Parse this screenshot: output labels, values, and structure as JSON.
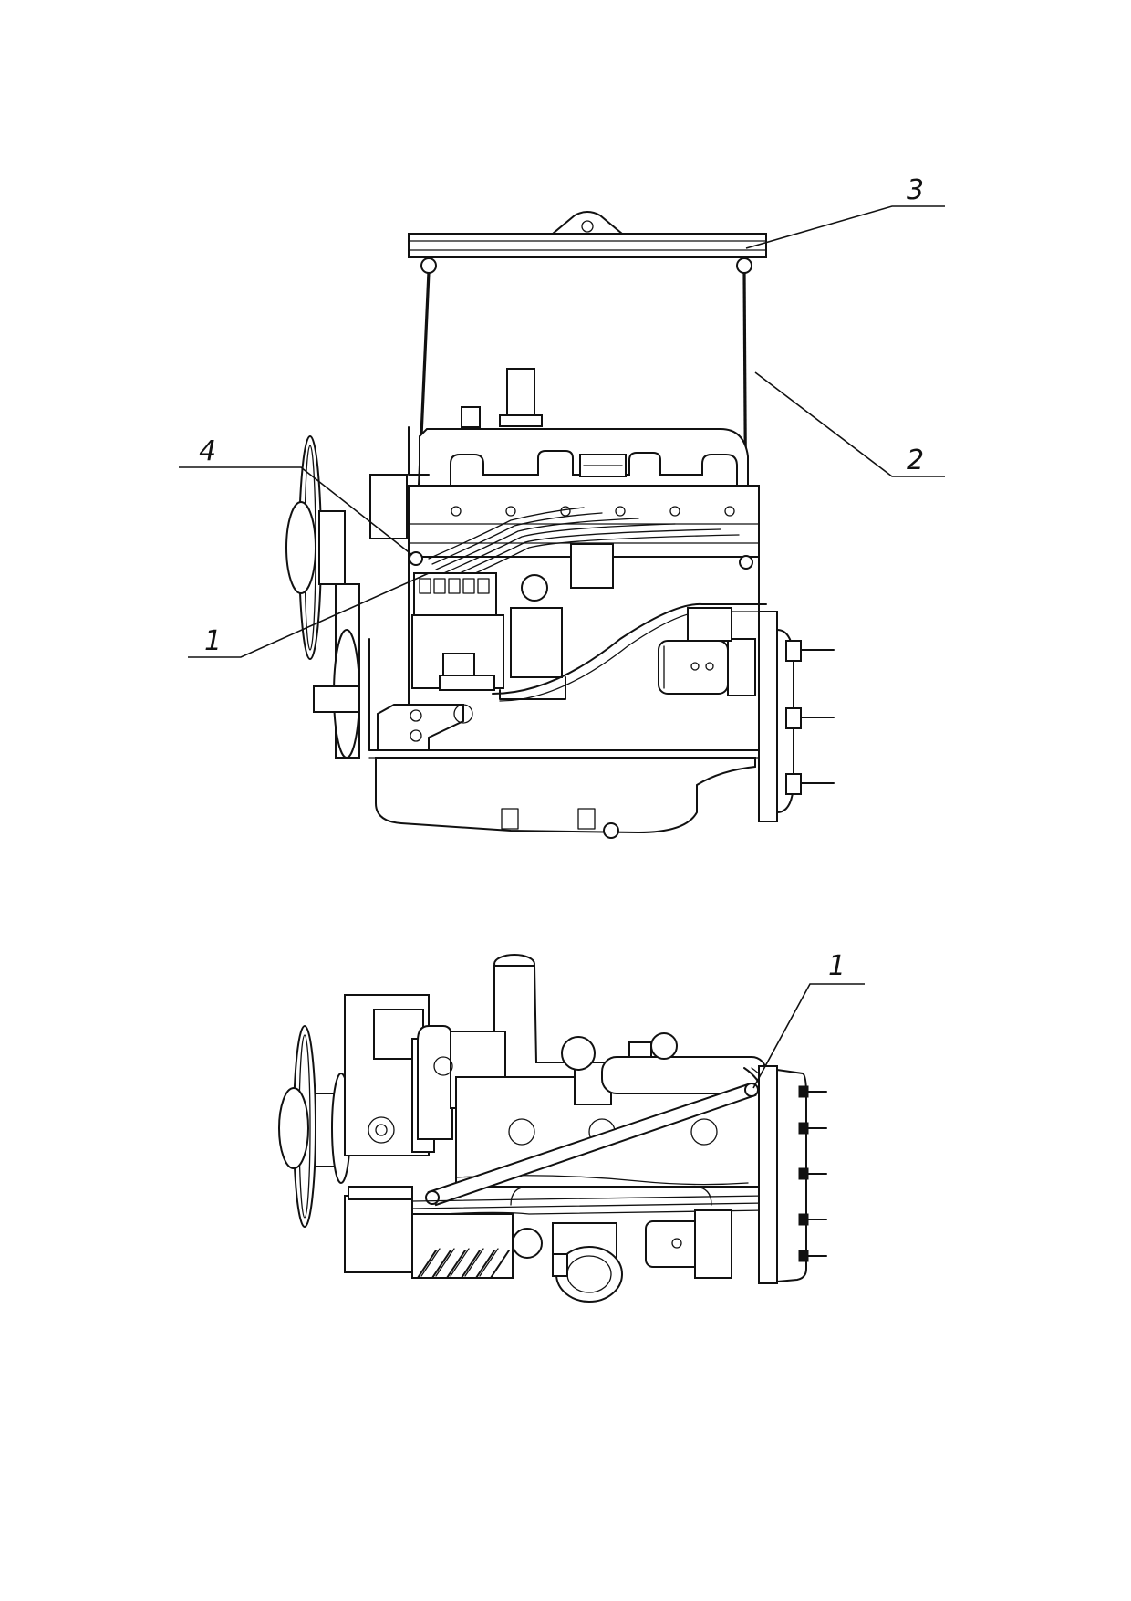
{
  "callouts": {
    "top": {
      "c3": "3",
      "c2": "2",
      "c4": "4",
      "c1": "1"
    },
    "bottom": {
      "c1": "1"
    }
  }
}
